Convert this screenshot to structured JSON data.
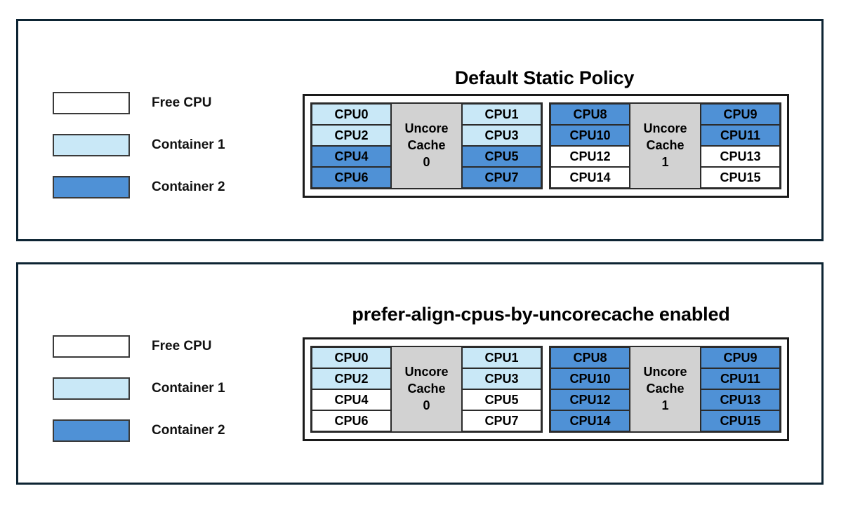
{
  "colors": {
    "free_cpu": "#ffffff",
    "container_1": "#c9e8f7",
    "container_2": "#4f91d6",
    "uncore_cache": "#d2d2d2",
    "panel_border": "#0d2433",
    "cell_border": "#2b2b2b"
  },
  "panels": [
    {
      "id": "default-static-policy",
      "title": "Default Static Policy",
      "legend": [
        {
          "label": "Free CPU",
          "state": "free"
        },
        {
          "label": "Container 1",
          "state": "container-1"
        },
        {
          "label": "Container 2",
          "state": "container-2"
        }
      ],
      "uncore_groups": [
        {
          "cache_label_line1": "Uncore",
          "cache_label_line2": "Cache",
          "cache_label_line3": "0",
          "left_column": [
            {
              "label": "CPU0",
              "state": "container-1"
            },
            {
              "label": "CPU2",
              "state": "container-1"
            },
            {
              "label": "CPU4",
              "state": "container-2"
            },
            {
              "label": "CPU6",
              "state": "container-2"
            }
          ],
          "right_column": [
            {
              "label": "CPU1",
              "state": "container-1"
            },
            {
              "label": "CPU3",
              "state": "container-1"
            },
            {
              "label": "CPU5",
              "state": "container-2"
            },
            {
              "label": "CPU7",
              "state": "container-2"
            }
          ]
        },
        {
          "cache_label_line1": "Uncore",
          "cache_label_line2": "Cache",
          "cache_label_line3": "1",
          "left_column": [
            {
              "label": "CPU8",
              "state": "container-2"
            },
            {
              "label": "CPU10",
              "state": "container-2"
            },
            {
              "label": "CPU12",
              "state": "free"
            },
            {
              "label": "CPU14",
              "state": "free"
            }
          ],
          "right_column": [
            {
              "label": "CPU9",
              "state": "container-2"
            },
            {
              "label": "CPU11",
              "state": "container-2"
            },
            {
              "label": "CPU13",
              "state": "free"
            },
            {
              "label": "CPU15",
              "state": "free"
            }
          ]
        }
      ]
    },
    {
      "id": "prefer-align-cpus-by-uncorecache-enabled",
      "title": "prefer-align-cpus-by-uncorecache enabled",
      "legend": [
        {
          "label": "Free CPU",
          "state": "free"
        },
        {
          "label": "Container 1",
          "state": "container-1"
        },
        {
          "label": "Container 2",
          "state": "container-2"
        }
      ],
      "uncore_groups": [
        {
          "cache_label_line1": "Uncore",
          "cache_label_line2": "Cache",
          "cache_label_line3": "0",
          "left_column": [
            {
              "label": "CPU0",
              "state": "container-1"
            },
            {
              "label": "CPU2",
              "state": "container-1"
            },
            {
              "label": "CPU4",
              "state": "free"
            },
            {
              "label": "CPU6",
              "state": "free"
            }
          ],
          "right_column": [
            {
              "label": "CPU1",
              "state": "container-1"
            },
            {
              "label": "CPU3",
              "state": "container-1"
            },
            {
              "label": "CPU5",
              "state": "free"
            },
            {
              "label": "CPU7",
              "state": "free"
            }
          ]
        },
        {
          "cache_label_line1": "Uncore",
          "cache_label_line2": "Cache",
          "cache_label_line3": "1",
          "left_column": [
            {
              "label": "CPU8",
              "state": "container-2"
            },
            {
              "label": "CPU10",
              "state": "container-2"
            },
            {
              "label": "CPU12",
              "state": "container-2"
            },
            {
              "label": "CPU14",
              "state": "container-2"
            }
          ],
          "right_column": [
            {
              "label": "CPU9",
              "state": "container-2"
            },
            {
              "label": "CPU11",
              "state": "container-2"
            },
            {
              "label": "CPU13",
              "state": "container-2"
            },
            {
              "label": "CPU15",
              "state": "container-2"
            }
          ]
        }
      ]
    }
  ]
}
